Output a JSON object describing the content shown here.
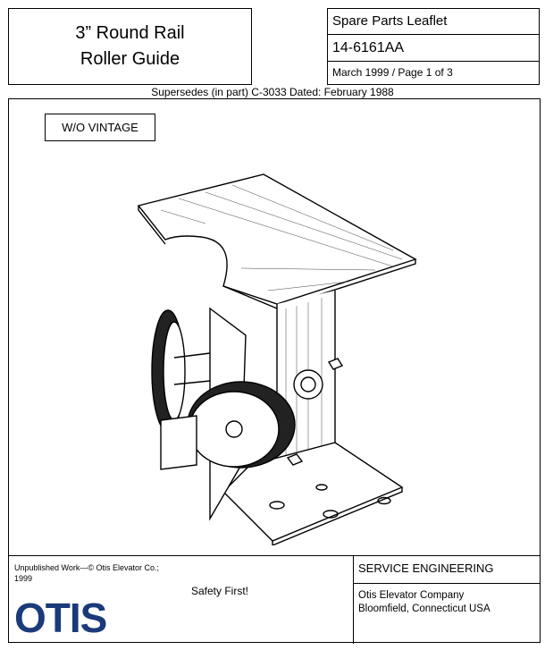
{
  "header": {
    "title_line1": "3” Round Rail",
    "title_line2": "Roller Guide",
    "doc_type": "Spare Parts Leaflet",
    "doc_number": "14-6161AA",
    "date_page": "March 1999 / Page 1 of 3"
  },
  "supersedes": "Supersedes (in part) C-3033 Dated: February 1988",
  "vintage_label": "W/O VINTAGE",
  "footer": {
    "copyright": "Unpublished Work—© Otis Elevator Co.; 1999",
    "safety": "Safety First!",
    "logo_text": "OTIS",
    "department": "SERVICE ENGINEERING",
    "company": "Otis Elevator Company",
    "address": "Bloomfield, Connecticut USA"
  }
}
